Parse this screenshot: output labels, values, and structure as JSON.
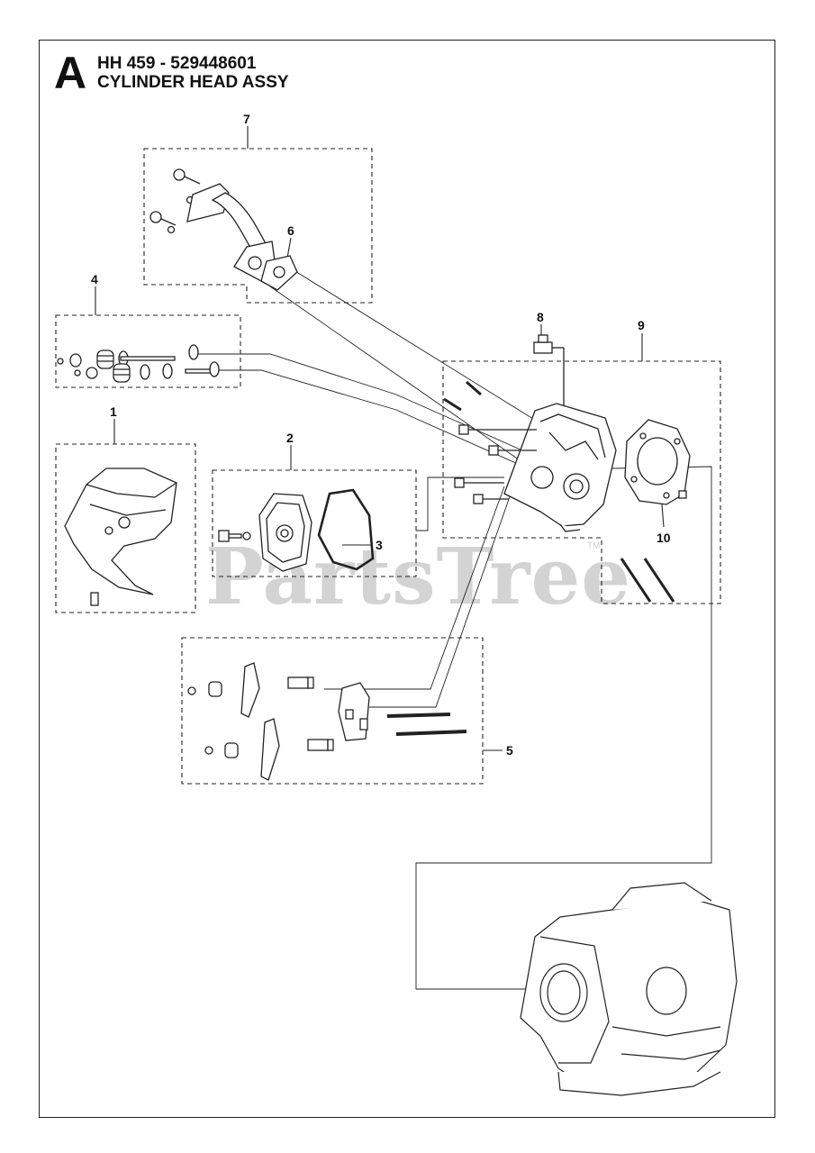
{
  "header": {
    "section_letter": "A",
    "model_line": "HH 459 - 529448601",
    "assembly_title": "CYLINDER HEAD ASSY"
  },
  "callouts": [
    {
      "id": "1",
      "label": "1"
    },
    {
      "id": "2",
      "label": "2"
    },
    {
      "id": "3",
      "label": "3"
    },
    {
      "id": "4",
      "label": "4"
    },
    {
      "id": "5",
      "label": "5"
    },
    {
      "id": "6",
      "label": "6"
    },
    {
      "id": "7",
      "label": "7"
    },
    {
      "id": "8",
      "label": "8"
    },
    {
      "id": "9",
      "label": "9"
    },
    {
      "id": "10",
      "label": "10"
    }
  ],
  "watermark": {
    "text": "PartsTree",
    "mark": "TM"
  },
  "icons": [
    "head-cover-icon",
    "valve-cover-icon",
    "gasket-icon",
    "valve-spring-icon",
    "rocker-arm-icon",
    "intake-pipe-icon",
    "spark-plug-icon",
    "cylinder-head-icon",
    "head-gasket-icon",
    "engine-block-icon"
  ],
  "colors": {
    "line": "#222222",
    "watermark": "#d3d3d3"
  }
}
